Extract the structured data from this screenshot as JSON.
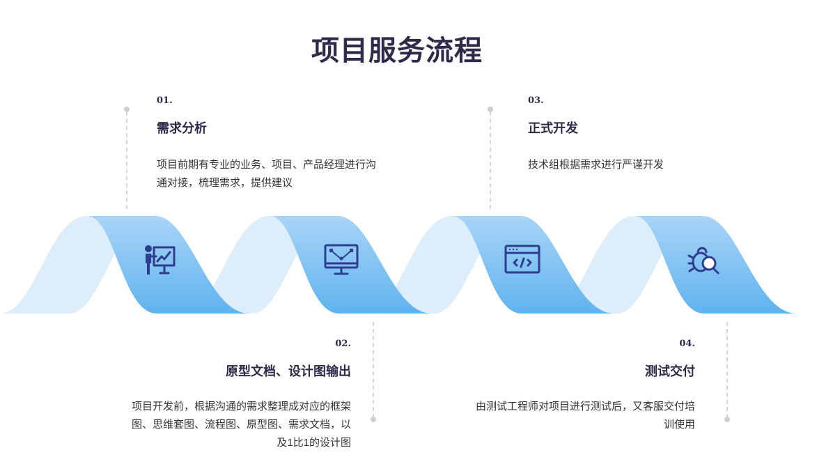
{
  "page": {
    "title": "项目服务流程"
  },
  "colors": {
    "ribbon_dark_top": "#a8d4f7",
    "ribbon_dark_bottom": "#5fb3ee",
    "ribbon_light": "#ddeefa",
    "icon": "#2f3d8f",
    "line": "#d6d6d6"
  },
  "steps": [
    {
      "number": "01.",
      "title": "需求分析",
      "desc_lines": [
        "项目前期有专业的业务、项目、产品经理进行沟",
        "通对接，梳理需求，提供建议"
      ],
      "icon": "presentation-icon"
    },
    {
      "number": "02.",
      "title": "原型文档、设计图输出",
      "desc_lines": [
        "项目开发前，根据沟通的需求整理成对应的框架",
        "图、思维套图、流程图、原型图、需求文档，以",
        "及1比1的设计图"
      ],
      "icon": "vector-design-monitor-icon"
    },
    {
      "number": "03.",
      "title": "正式开发",
      "desc_lines": [
        "技术组根据需求进行严谨开发"
      ],
      "icon": "code-window-icon"
    },
    {
      "number": "04.",
      "title": "测试交付",
      "desc_lines": [
        "由测试工程师对项目进行测试后，又客服交付培",
        "训使用"
      ],
      "icon": "bug-search-icon"
    }
  ]
}
